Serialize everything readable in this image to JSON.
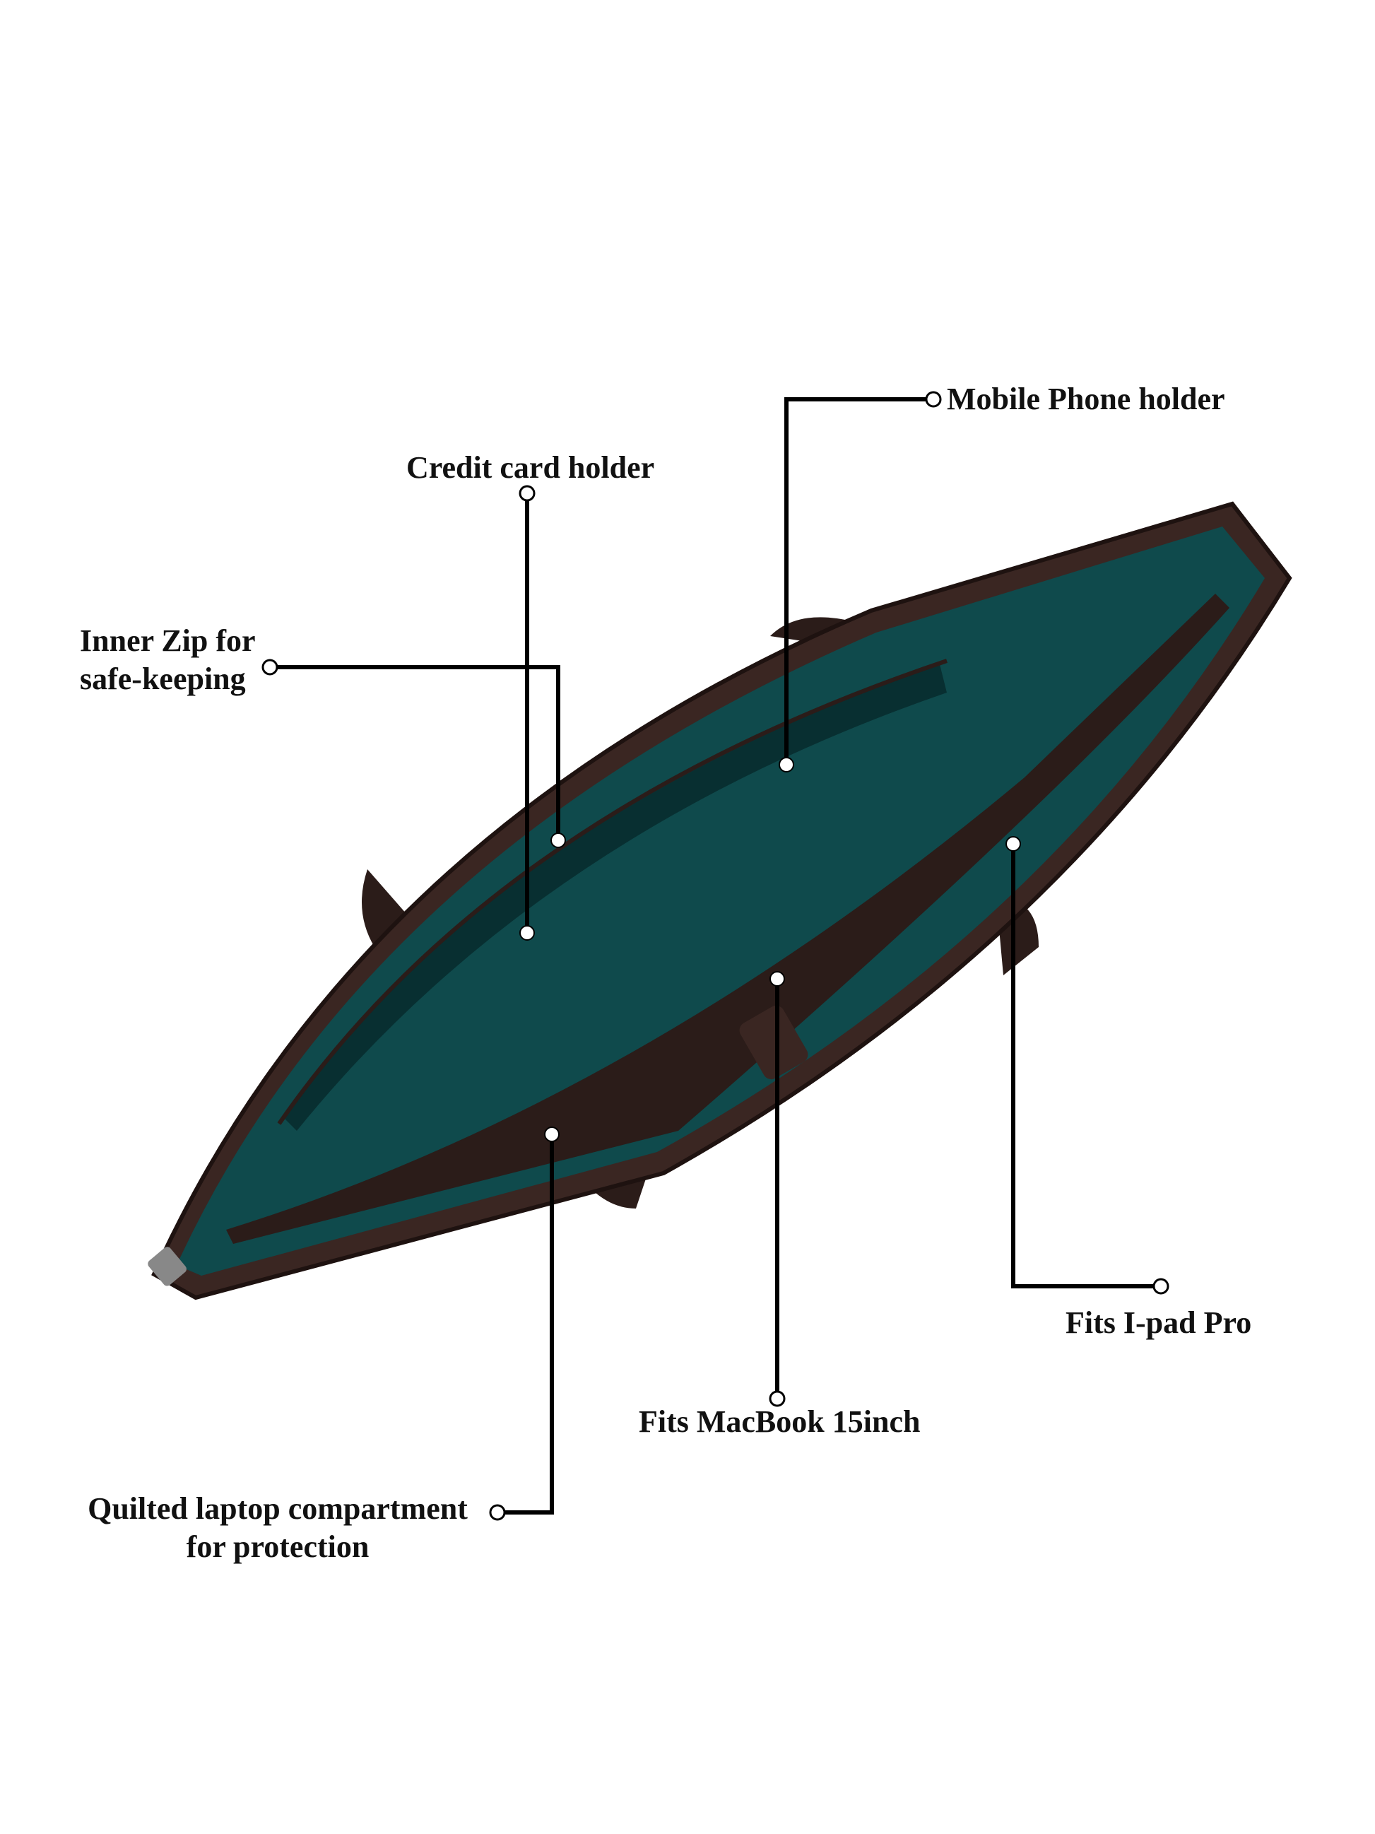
{
  "callouts": {
    "mobile_phone_holder": "Mobile Phone holder",
    "credit_card_holder": "Credit card holder",
    "inner_zip_line1": "Inner Zip for",
    "inner_zip_line2": "safe-keeping",
    "ipad_pro": "Fits I-pad Pro",
    "macbook": "Fits MacBook 15inch",
    "quilted_line1": "Quilted laptop compartment",
    "quilted_line2": "for protection"
  },
  "colors": {
    "leather": "#3a2622",
    "lining": "#0f4a4c",
    "lining_dark": "#082f31",
    "leader_line": "#000000"
  }
}
